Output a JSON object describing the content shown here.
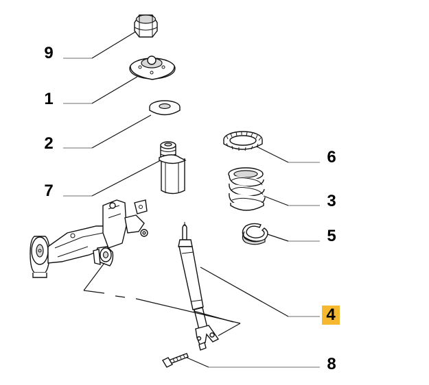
{
  "callouts": [
    {
      "id": "9",
      "label": "9",
      "highlighted": false
    },
    {
      "id": "1",
      "label": "1",
      "highlighted": false
    },
    {
      "id": "2",
      "label": "2",
      "highlighted": false
    },
    {
      "id": "7",
      "label": "7",
      "highlighted": false
    },
    {
      "id": "6",
      "label": "6",
      "highlighted": false
    },
    {
      "id": "3",
      "label": "3",
      "highlighted": false
    },
    {
      "id": "5",
      "label": "5",
      "highlighted": false
    },
    {
      "id": "4",
      "label": "4",
      "highlighted": true
    },
    {
      "id": "8",
      "label": "8",
      "highlighted": false
    }
  ],
  "colors": {
    "highlight": "#f5b82e",
    "line": "#111111",
    "shade": "#d8d8d8"
  }
}
